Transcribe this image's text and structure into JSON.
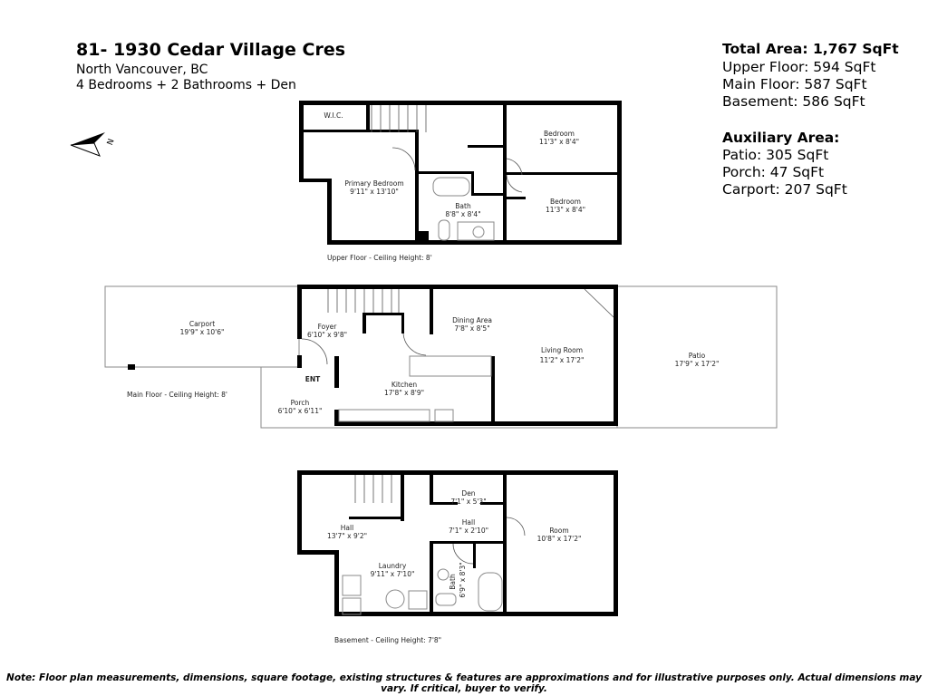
{
  "header": {
    "title": "81- 1930 Cedar Village Cres",
    "city": "North Vancouver, BC",
    "summary": "4 Bedrooms + 2 Bathrooms + Den"
  },
  "areas": {
    "total": "Total Area: 1,767 SqFt",
    "upper": "Upper Floor: 594 SqFt",
    "main": "Main Floor: 587 SqFt",
    "basement": "Basement: 586 SqFt",
    "aux_title": "Auxiliary Area:",
    "patio": "Patio: 305 SqFt",
    "porch": "Porch: 47 SqFt",
    "carport": "Carport: 207 SqFt"
  },
  "compass": {
    "icon": "north-arrow-icon",
    "label": "N"
  },
  "upper_floor": {
    "caption": "Upper Floor - Ceiling Height: 8'",
    "rooms": [
      {
        "name": "W.I.C.",
        "dims": ""
      },
      {
        "name": "Primary Bedroom",
        "dims": "9'11\" x 13'10\""
      },
      {
        "name": "Bedroom",
        "dims": "11'3\" x 8'4\""
      },
      {
        "name": "Bath",
        "dims": "8'8\" x 8'4\""
      },
      {
        "name": "Bedroom",
        "dims": "11'3\" x 8'4\""
      }
    ]
  },
  "main_floor": {
    "caption": "Main Floor - Ceiling Height: 8'",
    "entry": "ENT",
    "rooms": [
      {
        "name": "Carport",
        "dims": "19'9\" x 10'6\""
      },
      {
        "name": "Foyer",
        "dims": "6'10\" x 9'8\""
      },
      {
        "name": "Dining Area",
        "dims": "7'8\" x 8'5\""
      },
      {
        "name": "Living Room",
        "dims": "11'2\" x 17'2\""
      },
      {
        "name": "Patio",
        "dims": "17'9\" x 17'2\""
      },
      {
        "name": "Kitchen",
        "dims": "17'8\" x 8'9\""
      },
      {
        "name": "Porch",
        "dims": "6'10\" x 6'11\""
      }
    ]
  },
  "basement": {
    "caption": "Basement - Ceiling Height: 7'8\"",
    "rooms": [
      {
        "name": "Den",
        "dims": "7'1\" x 5'3\""
      },
      {
        "name": "Hall",
        "dims": "13'7\" x 9'2\""
      },
      {
        "name": "Hall",
        "dims": "7'1\" x 2'10\""
      },
      {
        "name": "Room",
        "dims": "10'8\" x 17'2\""
      },
      {
        "name": "Laundry",
        "dims": "9'11\" x 7'10\""
      },
      {
        "name": "Bath",
        "dims": "6'9\" x 8'3\""
      }
    ]
  },
  "disclaimer": "Note: Floor plan measurements, dimensions, square footage, existing structures & features are approximations and for illustrative purposes only. Actual dimensions may vary. If critical, buyer to verify."
}
